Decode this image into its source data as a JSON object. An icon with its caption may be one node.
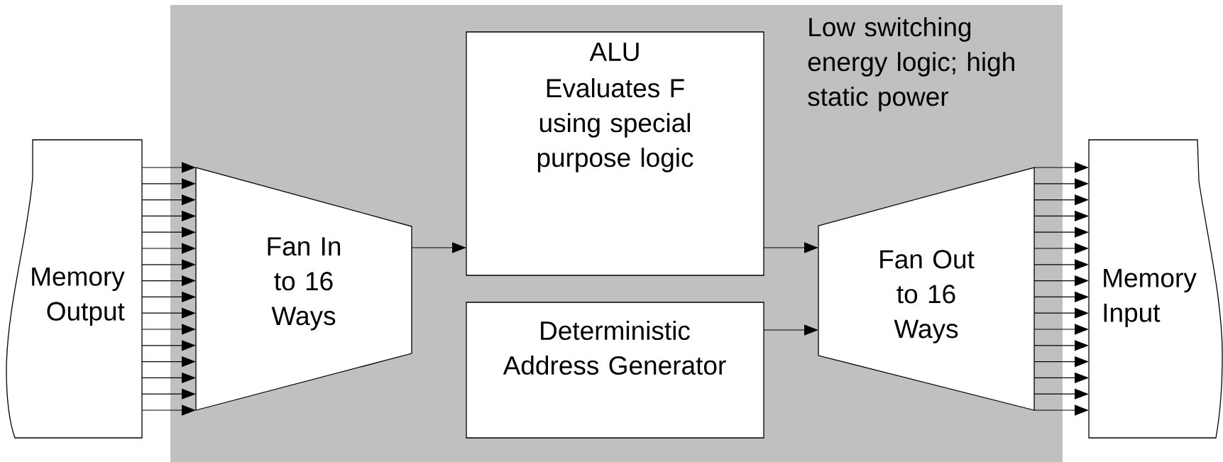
{
  "diagram": {
    "nodes": [
      {
        "text": [
          "Low switching energy logic; high static power"
        ]
      },
      {
        "text": [
          "Memory Output"
        ]
      },
      {
        "text": [
          "Fan In to 16 Ways"
        ],
        "in": 0
      },
      {
        "text": [
          "ALU",
          "Evaluates F using special purpose logic"
        ],
        "in": 0
      },
      {
        "text": [
          "Deterministic Address Generator"
        ],
        "in": 0
      },
      {
        "text": [
          "Fan Out to 16 Ways"
        ],
        "in": 0
      },
      {
        "text": [
          "Memory Input"
        ]
      }
    ],
    "edges": [
      {
        "from": 1,
        "to": 2,
        "arrow": "to"
      },
      {
        "from": 1,
        "to": 2,
        "arrow": "to"
      },
      {
        "from": 1,
        "to": 2,
        "arrow": "to"
      },
      {
        "from": 1,
        "to": 2,
        "arrow": "to"
      },
      {
        "from": 1,
        "to": 2,
        "arrow": "to"
      },
      {
        "from": 1,
        "to": 2,
        "arrow": "to"
      },
      {
        "from": 1,
        "to": 2,
        "arrow": "to"
      },
      {
        "from": 1,
        "to": 2,
        "arrow": "to"
      },
      {
        "from": 1,
        "to": 2,
        "arrow": "to"
      },
      {
        "from": 1,
        "to": 2,
        "arrow": "to"
      },
      {
        "from": 1,
        "to": 2,
        "arrow": "to"
      },
      {
        "from": 1,
        "to": 2,
        "arrow": "to"
      },
      {
        "from": 1,
        "to": 2,
        "arrow": "to"
      },
      {
        "from": 1,
        "to": 2,
        "arrow": "to"
      },
      {
        "from": 1,
        "to": 2,
        "arrow": "to"
      },
      {
        "from": 1,
        "to": 2,
        "arrow": "to"
      },
      {
        "from": 2,
        "to": 3,
        "arrow": "to"
      },
      {
        "from": 3,
        "to": 5,
        "arrow": "to"
      },
      {
        "from": 4,
        "to": 5,
        "arrow": "to"
      },
      {
        "from": 5,
        "to": 6,
        "arrow": "to"
      },
      {
        "from": 5,
        "to": 6,
        "arrow": "to"
      },
      {
        "from": 5,
        "to": 6,
        "arrow": "to"
      },
      {
        "from": 5,
        "to": 6,
        "arrow": "to"
      },
      {
        "from": 5,
        "to": 6,
        "arrow": "to"
      },
      {
        "from": 5,
        "to": 6,
        "arrow": "to"
      },
      {
        "from": 5,
        "to": 6,
        "arrow": "to"
      },
      {
        "from": 5,
        "to": 6,
        "arrow": "to"
      },
      {
        "from": 5,
        "to": 6,
        "arrow": "to"
      },
      {
        "from": 5,
        "to": 6,
        "arrow": "to"
      },
      {
        "from": 5,
        "to": 6,
        "arrow": "to"
      },
      {
        "from": 5,
        "to": 6,
        "arrow": "to"
      },
      {
        "from": 5,
        "to": 6,
        "arrow": "to"
      },
      {
        "from": 5,
        "to": 6,
        "arrow": "to"
      },
      {
        "from": 5,
        "to": 6,
        "arrow": "to"
      },
      {
        "from": 5,
        "to": 6,
        "arrow": "to"
      }
    ]
  }
}
